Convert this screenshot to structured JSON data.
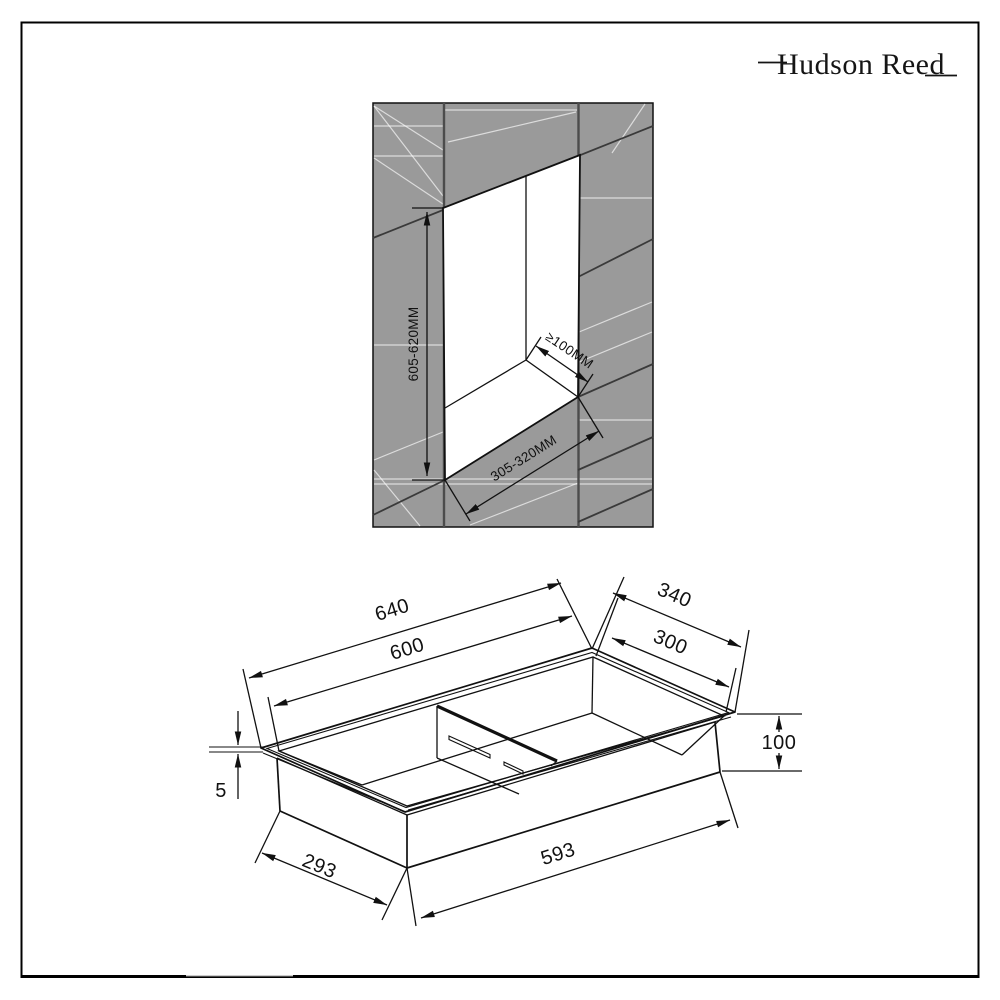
{
  "brand": {
    "name": "Hudson Reed"
  },
  "wall_diagram": {
    "height_label": "605-620MM",
    "depth_label": "≥100MM",
    "width_label": "305-320MM"
  },
  "product_diagram": {
    "outer_length": "640",
    "opening_length": "600",
    "outer_width": "340",
    "opening_width": "300",
    "depth": "100",
    "flange_thickness": "5",
    "body_width": "293",
    "body_length": "593"
  }
}
